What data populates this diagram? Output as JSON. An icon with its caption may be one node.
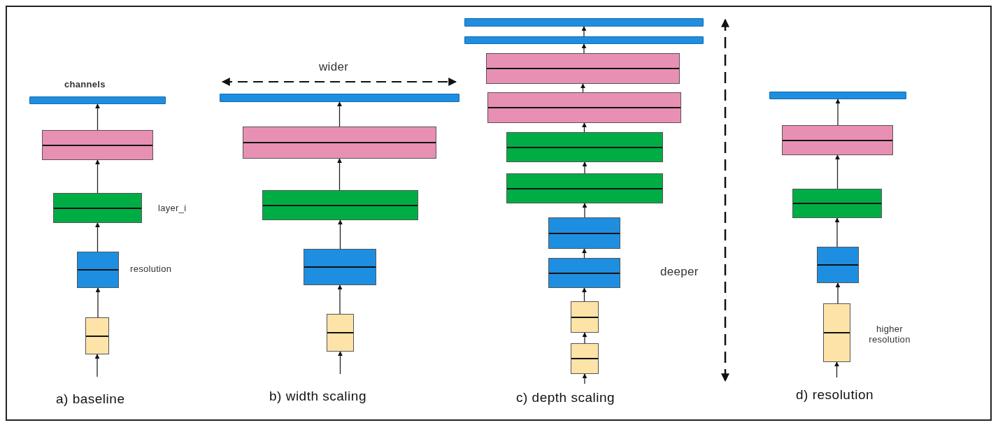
{
  "diagram": {
    "nodes": [
      {
        "text": [],
        "shape": "bar"
      },
      {
        "text": [],
        "shape": "box"
      },
      {
        "text": [],
        "shape": "box"
      },
      {
        "text": [],
        "shape": "box"
      },
      {
        "text": [],
        "shape": "box"
      },
      {
        "text": [],
        "shape": "bar"
      },
      {
        "text": [],
        "shape": "box"
      },
      {
        "text": [],
        "shape": "box"
      },
      {
        "text": [],
        "shape": "box"
      },
      {
        "text": [],
        "shape": "box"
      },
      {
        "text": [],
        "shape": "bar"
      },
      {
        "text": [],
        "shape": "bar"
      },
      {
        "text": [],
        "shape": "box"
      },
      {
        "text": [],
        "shape": "box"
      },
      {
        "text": [],
        "shape": "box"
      },
      {
        "text": [],
        "shape": "box"
      },
      {
        "text": [],
        "shape": "box"
      },
      {
        "text": [],
        "shape": "box"
      },
      {
        "text": [],
        "shape": "box"
      },
      {
        "text": [],
        "shape": "box"
      },
      {
        "text": [],
        "shape": "bar"
      },
      {
        "text": [],
        "shape": "box"
      },
      {
        "text": [],
        "shape": "box"
      },
      {
        "text": [],
        "shape": "box"
      },
      {
        "text": [],
        "shape": "box"
      }
    ],
    "edges": [
      {
        "from": null,
        "to": 4,
        "arrow": "to"
      },
      {
        "from": 4,
        "to": 3,
        "arrow": "to"
      },
      {
        "from": 3,
        "to": 2,
        "arrow": "to"
      },
      {
        "from": 2,
        "to": 1,
        "arrow": "to"
      },
      {
        "from": 1,
        "to": 0,
        "arrow": "to"
      },
      {
        "from": null,
        "to": 9,
        "arrow": "to"
      },
      {
        "from": 9,
        "to": 8,
        "arrow": "to"
      },
      {
        "from": 8,
        "to": 7,
        "arrow": "to"
      },
      {
        "from": 7,
        "to": 6,
        "arrow": "to"
      },
      {
        "from": 6,
        "to": 5,
        "arrow": "to"
      },
      {
        "from": null,
        "to": 19,
        "arrow": "to"
      },
      {
        "from": 19,
        "to": 18,
        "arrow": "to"
      },
      {
        "from": 18,
        "to": 17,
        "arrow": "to"
      },
      {
        "from": 17,
        "to": 16,
        "arrow": "to"
      },
      {
        "from": 16,
        "to": 15,
        "arrow": "to"
      },
      {
        "from": 15,
        "to": 14,
        "arrow": "to"
      },
      {
        "from": 14,
        "to": 13,
        "arrow": "to"
      },
      {
        "from": 13,
        "to": 12,
        "arrow": "to"
      },
      {
        "from": 12,
        "to": 11,
        "arrow": "to"
      },
      {
        "from": 11,
        "to": 10,
        "arrow": "to"
      },
      {
        "from": null,
        "to": 24,
        "arrow": "to"
      },
      {
        "from": 24,
        "to": 23,
        "arrow": "to"
      },
      {
        "from": 23,
        "to": 22,
        "arrow": "to"
      },
      {
        "from": 22,
        "to": 21,
        "arrow": "to"
      },
      {
        "from": 21,
        "to": 20,
        "arrow": "to"
      }
    ],
    "labels": [
      "wider",
      "channels",
      "layer_i",
      "resolution",
      "deeper",
      "higher resolution",
      "a) baseline",
      "b) width scaling",
      "c) depth scaling",
      "d) resolution"
    ]
  }
}
